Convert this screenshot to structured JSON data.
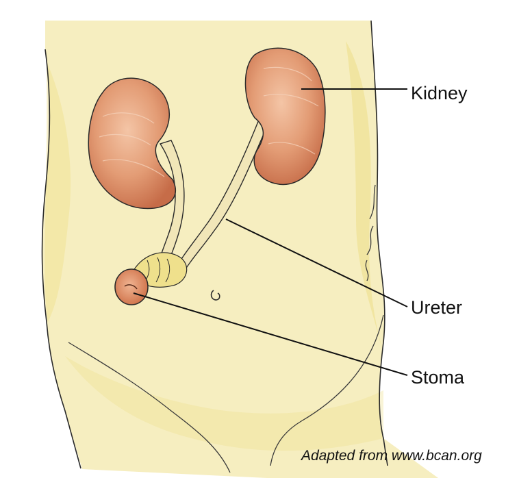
{
  "labels": {
    "kidney": "Kidney",
    "ureter": "Ureter",
    "stoma": "Stoma"
  },
  "credit": "Adapted from www.bcan.org",
  "colors": {
    "skin": "#f6eec0",
    "skin_shade": "#efe08c",
    "kidney": "#e6a27c",
    "kidney_shade": "#c86e48",
    "stoma": "#dd8a62",
    "ureter": "#f1e6b8",
    "outline": "#2a2a2a"
  }
}
